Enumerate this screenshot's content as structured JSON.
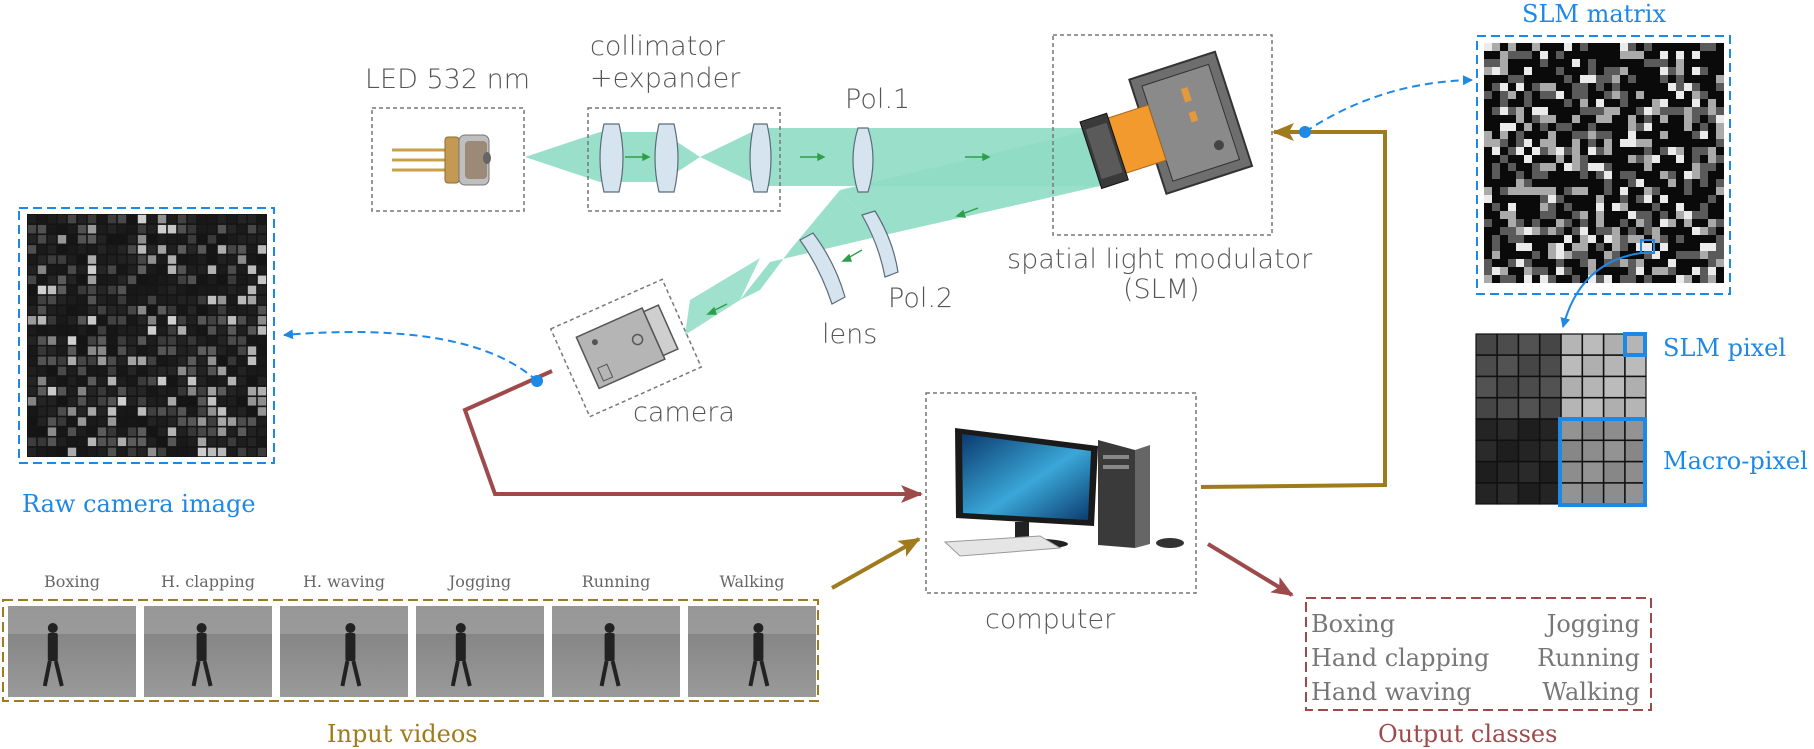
{
  "labels": {
    "led": "LED 532 nm",
    "collimator_1": "collimator",
    "collimator_2": "+expander",
    "pol1": "Pol.1",
    "pol2": "Pol.2",
    "lens": "lens",
    "camera": "camera",
    "slm_1": "spatial light modulator",
    "slm_2": "(SLM)",
    "computer": "computer",
    "slm_matrix": "SLM matrix",
    "slm_pixel": "SLM pixel",
    "macro_pixel": "Macro-pixel",
    "raw_camera_image": "Raw camera image",
    "input_videos": "Input videos",
    "output_classes": "Output classes"
  },
  "input_videos": [
    "Boxing",
    "H. clapping",
    "H. waving",
    "Jogging",
    "Running",
    "Walking"
  ],
  "output_classes": {
    "left": [
      "Boxing",
      "Hand clapping",
      "Hand waving"
    ],
    "right": [
      "Jogging",
      "Running",
      "Walking"
    ]
  },
  "colors": {
    "blue": "#1e88e5",
    "brown": "#a07b1e",
    "red": "#9e4a4a",
    "beam": "#8fdcc4",
    "gray_label": "#555555"
  }
}
